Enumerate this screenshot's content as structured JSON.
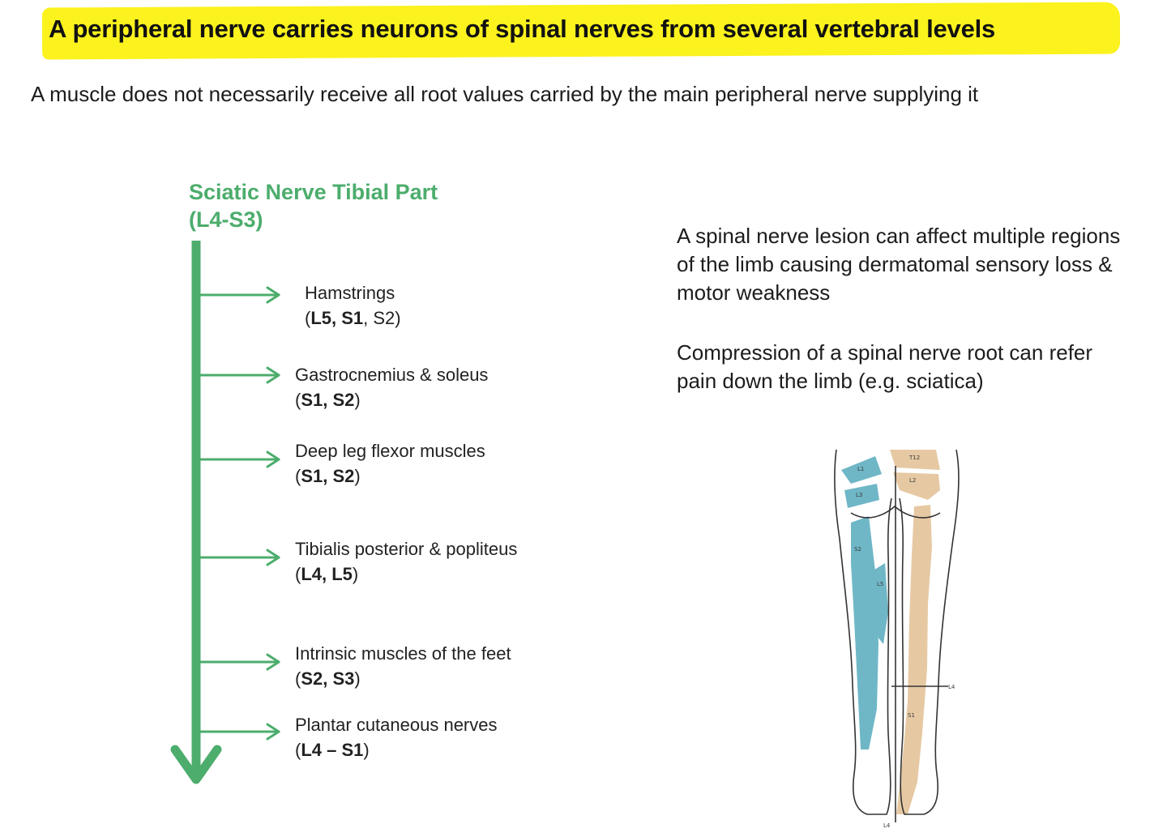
{
  "headline": "A peripheral nerve carries neurons of spinal nerves from several vertebral levels",
  "subheadline": "A muscle does not necessarily receive all root values carried by the main peripheral nerve supplying it",
  "nerve": {
    "title": "Sciatic Nerve Tibial Part",
    "roots": "(L4-S3)",
    "color": "#4cad6c"
  },
  "branches": [
    {
      "name": "Hamstrings",
      "roots_bold": "L5, S1",
      "roots_plain": ", S2"
    },
    {
      "name": "Gastrocnemius & soleus",
      "roots_bold": "S1, S2",
      "roots_plain": ""
    },
    {
      "name": "Deep leg flexor muscles",
      "roots_bold": "S1, S2",
      "roots_plain": ""
    },
    {
      "name": "Tibialis posterior & popliteus",
      "roots_bold": "L4, L5",
      "roots_plain": ""
    },
    {
      "name": "Intrinsic muscles of the feet",
      "roots_bold": "S2, S3",
      "roots_plain": ""
    },
    {
      "name": "Plantar cutaneous nerves",
      "roots_bold": "L4 – S1",
      "roots_plain": ""
    }
  ],
  "info": {
    "lesion": "A spinal nerve lesion can affect multiple regions of the limb causing dermatomal sensory loss & motor weakness",
    "compression": "Compression of a spinal nerve root can refer pain down the limb (e.g. sciatica)"
  },
  "dermatome_labels": {
    "t12": "T12",
    "l1": "L1",
    "l2": "L2",
    "l3": "L3",
    "s2": "S2",
    "l5": "L5",
    "l4_side": "L4",
    "s1": "S1",
    "l4_bottom": "L4"
  },
  "colors": {
    "highlight": "#fbf21e",
    "nerve_green": "#4cad6c",
    "dermatome_blue": "#6fb7c6",
    "dermatome_tan": "#e6c9a3"
  }
}
